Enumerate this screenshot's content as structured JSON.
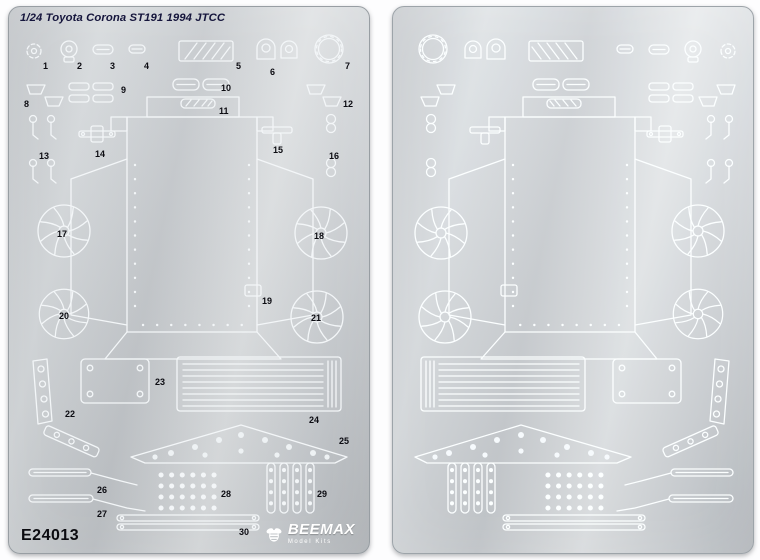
{
  "left_sheet": {
    "title": "1/24 Toyota Corona ST191 1994 JTCC",
    "product_code": "E24013",
    "brand": {
      "name": "BEEMAX",
      "subtitle": "Model Kits"
    },
    "part_labels": [
      "1",
      "2",
      "3",
      "4",
      "5",
      "6",
      "7",
      "8",
      "9",
      "10",
      "11",
      "12",
      "13",
      "14",
      "15",
      "16",
      "17",
      "18",
      "19",
      "20",
      "21",
      "22",
      "23",
      "24",
      "25",
      "26",
      "27",
      "28",
      "29",
      "30"
    ]
  },
  "colors": {
    "etch_line": "#f3f6f8",
    "label_ink": "#0c0c12",
    "title_ink": "#15153c",
    "metal_light": "#dcdfe1",
    "metal_dark": "#b3b7bb"
  }
}
